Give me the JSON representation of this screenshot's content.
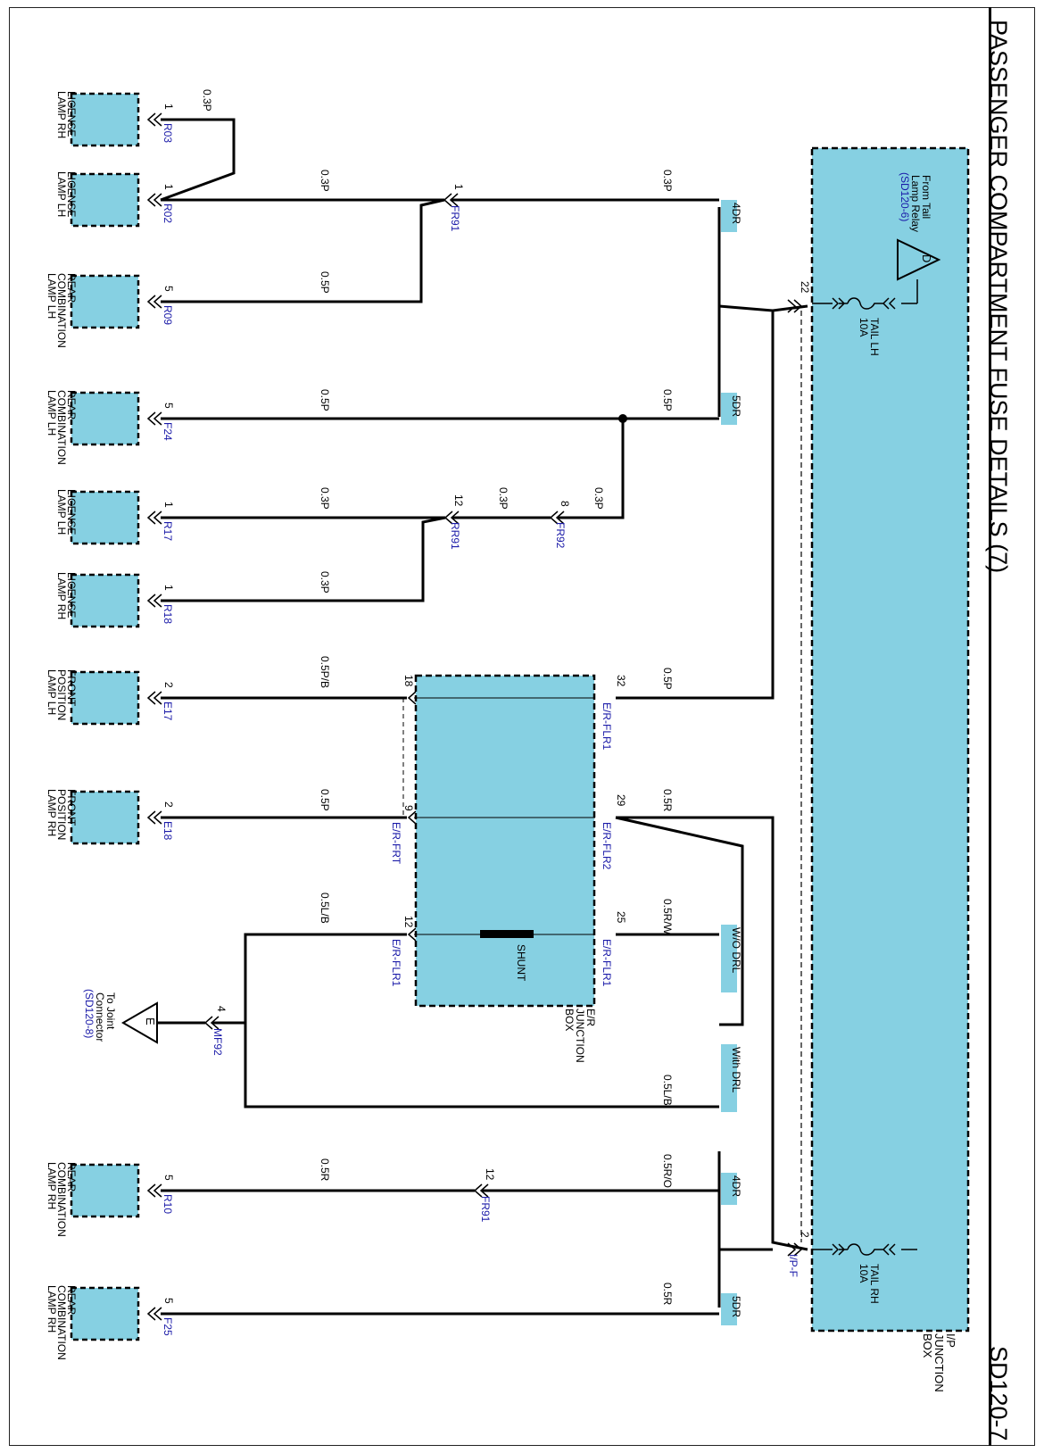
{
  "title": "PASSENGER COMPARTMENT FUSE DETAILS (7)",
  "page_code": "SD120-7",
  "colors": {
    "fill": "#86d0e2",
    "tag": "#86d0e2",
    "link": "#1a1aa8",
    "wire": "#000000"
  },
  "ip_junction": {
    "name": "I/P\nJUNCTION\nBOX",
    "source": "From Tail\nLamp Relay",
    "source_ref": "(SD120-6)",
    "source_conn": "D",
    "fuse_lh": "TAIL LH\n10A",
    "fuse_rh": "TAIL RH\n10A",
    "pin_lh": "22",
    "pin_rh": "2",
    "conn": "I/P-F"
  },
  "er_junction": {
    "name": "E/R\nJUNCTION\nBOX",
    "shunt": "SHUNT",
    "pins": {
      "p32": "32",
      "c32": "E/R-FLR1",
      "p29": "29",
      "c29": "E/R-FLR2",
      "p25": "25",
      "c25": "E/R-FLR1",
      "p18": "18",
      "p9": "9",
      "c9": "E/R-FRT",
      "p12": "12",
      "c12": "E/R-FLR1"
    }
  },
  "tags": {
    "dr4a": "4DR",
    "dr5a": "5DR",
    "wo_drl": "W/O DRL",
    "with_drl": "With DRL",
    "dr4b": "4DR",
    "dr5b": "5DR"
  },
  "wires": {
    "w1a": "0.3P",
    "w1b": "0.3P",
    "w1c": "0.3P",
    "w2": "0.5P",
    "w3a": "0.5P",
    "w3b": "0.5P",
    "w4a": "0.3P",
    "w4b": "0.3P",
    "w4c": "0.3P",
    "w5": "0.3P",
    "w6a": "0.5P",
    "w6b": "0.5P/B",
    "w7a": "0.5R",
    "w7b": "0.5P",
    "w8a": "0.5R/W",
    "w8b": "0.5L/B",
    "w9": "0.5L/B",
    "w10a": "0.5R/O",
    "w10b": "0.5R",
    "w11": "0.5R"
  },
  "connectors": {
    "fr91a_pin": "1",
    "fr91a": "FR91",
    "rr91_pin": "12",
    "rr91": "RR91",
    "fr92_pin": "8",
    "fr92": "FR92",
    "fr91b_pin": "12",
    "fr91b": "FR91",
    "mf92_pin": "4",
    "mf92": "MF92"
  },
  "joint": {
    "label": "To Joint\nConnector",
    "ref": "(SD120-8)",
    "conn": "E"
  },
  "components": [
    {
      "name": "LICENSE\nLAMP RH",
      "conn": "R03",
      "pin": "1"
    },
    {
      "name": "LICENSE\nLAMP LH",
      "conn": "R02",
      "pin": "1"
    },
    {
      "name": "REAR\nCOMBINATION\nLAMP LH",
      "conn": "R09",
      "pin": "5"
    },
    {
      "name": "REAR\nCOMBINATION\nLAMP LH",
      "conn": "F24",
      "pin": "5"
    },
    {
      "name": "LICENSE\nLAMP LH",
      "conn": "R17",
      "pin": "1"
    },
    {
      "name": "LICENSE\nLAMP RH",
      "conn": "R18",
      "pin": "1"
    },
    {
      "name": "FRONT\nPOSITION\nLAMP LH",
      "conn": "E17",
      "pin": "2"
    },
    {
      "name": "FRONT\nPOSITION\nLAMP RH",
      "conn": "E18",
      "pin": "2"
    },
    {
      "name": "REAR\nCOMBINATION\nLAMP RH",
      "conn": "R10",
      "pin": "5"
    },
    {
      "name": "REAR\nCOMBINATION\nLAMP RH",
      "conn": "F25",
      "pin": "5"
    }
  ]
}
